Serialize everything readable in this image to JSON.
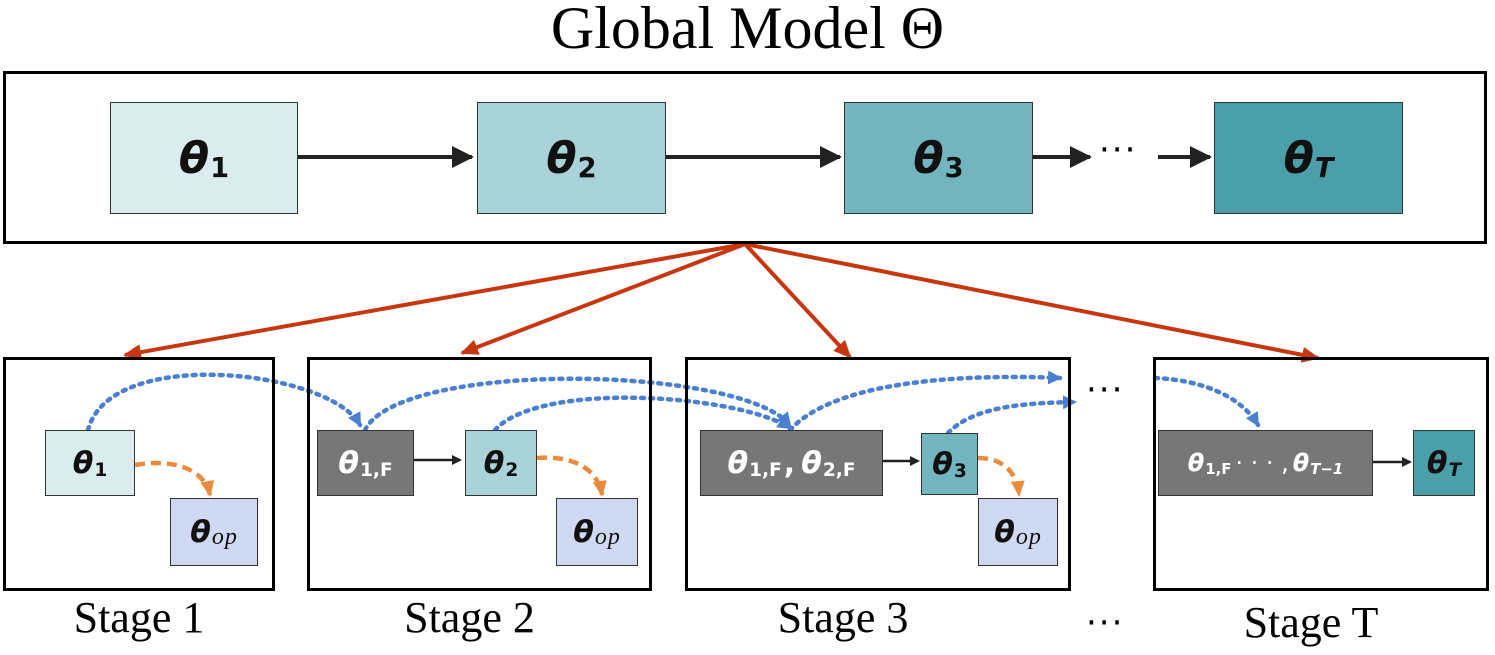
{
  "title": "Global Model Θ",
  "global_nodes": [
    {
      "sym": "θ",
      "sub": "1",
      "color": "#daecee"
    },
    {
      "sym": "θ",
      "sub": "2",
      "color": "#a9d3d8"
    },
    {
      "sym": "θ",
      "sub": "3",
      "color": "#72b5be"
    },
    {
      "sym": "θ",
      "sub": "T",
      "color": "#4b9fa9"
    }
  ],
  "global_ellipsis": "···",
  "stages": [
    {
      "label": "Stage 1"
    },
    {
      "label": "Stage 2"
    },
    {
      "label": "Stage 3"
    },
    {
      "label": "Stage T"
    }
  ],
  "stage_ellipsis_top": "···",
  "stage_ellipsis_bottom": "···",
  "stage_nodes": {
    "s1_theta": {
      "sym": "θ",
      "sub": "1"
    },
    "s1_op": {
      "sym": "θ",
      "sub": "op"
    },
    "s2_frozen": {
      "sym": "θ",
      "sub": "1,F"
    },
    "s2_theta": {
      "sym": "θ",
      "sub": "2"
    },
    "s2_op": {
      "sym": "θ",
      "sub": "op"
    },
    "s3_frozen_a": {
      "sym": "θ",
      "sub": "1,F"
    },
    "s3_sep": ",",
    "s3_frozen_b": {
      "sym": "θ",
      "sub": "2,F"
    },
    "s3_theta": {
      "sym": "θ",
      "sub": "3"
    },
    "s3_op": {
      "sym": "θ",
      "sub": "op"
    },
    "sT_frozen_a": {
      "sym": "θ",
      "sub": "1,F"
    },
    "sT_mid": "· · · ,",
    "sT_frozen_b": {
      "sym": "θ",
      "sub": "T−1"
    },
    "sT_theta": {
      "sym": "θ",
      "sub": "T"
    }
  },
  "colors": {
    "arrow_black": "#222222",
    "arrow_red": "#c8360f",
    "arrow_blue": "#4a7fd1",
    "arrow_orange": "#ec8a3b",
    "frozen_gray": "#777777",
    "op_blue": "#cfdaf2",
    "stage_theta1": "#daecee",
    "stage_theta2": "#a9d3d8",
    "stage_theta3": "#72b5be",
    "stage_thetaT": "#4b9fa9"
  }
}
